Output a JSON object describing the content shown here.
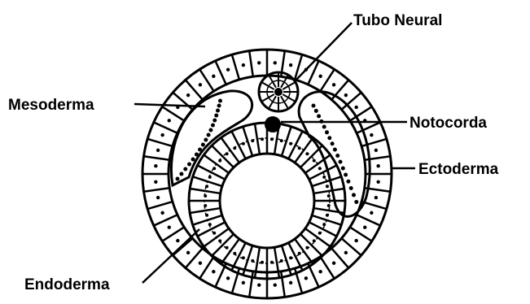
{
  "diagram": {
    "labels": {
      "tubo_neural": "Tubo Neural",
      "mesoderma": "Mesoderma",
      "notocorda": "Notocorda",
      "ectoderma": "Ectoderma",
      "endoderma": "Endoderma"
    },
    "colors": {
      "ink": "#000000",
      "paper": "#ffffff"
    }
  }
}
